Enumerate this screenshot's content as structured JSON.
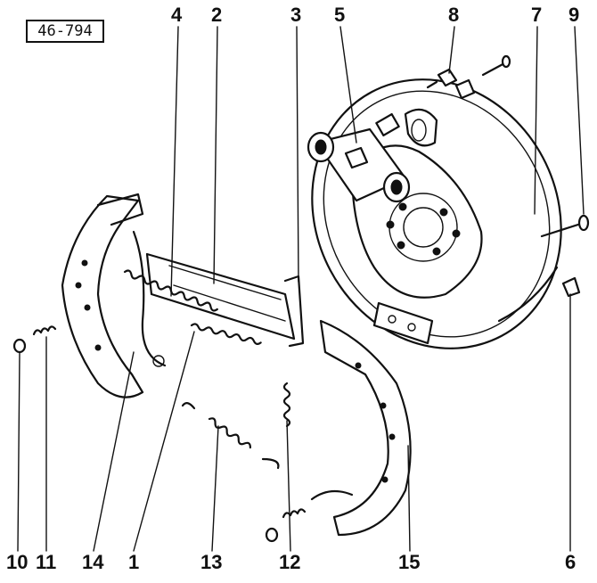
{
  "reference_code": "46-794",
  "callouts": {
    "top": [
      {
        "id": "c4",
        "number": "4"
      },
      {
        "id": "c2",
        "number": "2"
      },
      {
        "id": "c3",
        "number": "3"
      },
      {
        "id": "c5",
        "number": "5"
      },
      {
        "id": "c8",
        "number": "8"
      },
      {
        "id": "c7",
        "number": "7"
      },
      {
        "id": "c9",
        "number": "9"
      }
    ],
    "bottom": [
      {
        "id": "c10",
        "number": "10"
      },
      {
        "id": "c11",
        "number": "11"
      },
      {
        "id": "c14",
        "number": "14"
      },
      {
        "id": "c1",
        "number": "1"
      },
      {
        "id": "c13",
        "number": "13"
      },
      {
        "id": "c12",
        "number": "12"
      },
      {
        "id": "c15",
        "number": "15"
      },
      {
        "id": "c6",
        "number": "6"
      }
    ]
  },
  "colors": {
    "ink": "#111111",
    "paper": "#ffffff"
  }
}
